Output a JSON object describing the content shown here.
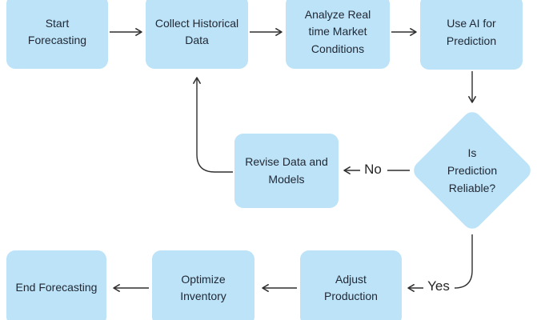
{
  "diagram": {
    "type": "flowchart",
    "colors": {
      "node_fill": "#bde3f8",
      "node_text": "#1f2733",
      "edge_line": "#2e2e2e",
      "background": "#ffffff"
    },
    "nodes": {
      "start": {
        "shape": "rect",
        "label": "Start\nForecasting"
      },
      "collect": {
        "shape": "rect",
        "label": "Collect Historical\nData"
      },
      "analyze": {
        "shape": "rect",
        "label": "Analyze Real\ntime Market\nConditions"
      },
      "use_ai": {
        "shape": "rect",
        "label": "Use AI for\nPrediction"
      },
      "decision": {
        "shape": "diamond",
        "label": "Is\nPrediction\nReliable?"
      },
      "revise": {
        "shape": "rect",
        "label": "Revise Data and\nModels"
      },
      "adjust": {
        "shape": "rect",
        "label": "Adjust\nProduction"
      },
      "optimize": {
        "shape": "rect",
        "label": "Optimize\nInventory"
      },
      "end": {
        "shape": "rect",
        "label": "End Forecasting"
      }
    },
    "edges": [
      {
        "from": "start",
        "to": "collect",
        "label": ""
      },
      {
        "from": "collect",
        "to": "analyze",
        "label": ""
      },
      {
        "from": "analyze",
        "to": "use_ai",
        "label": ""
      },
      {
        "from": "use_ai",
        "to": "decision",
        "label": ""
      },
      {
        "from": "decision",
        "to": "revise",
        "label": "No"
      },
      {
        "from": "revise",
        "to": "collect",
        "label": ""
      },
      {
        "from": "decision",
        "to": "adjust",
        "label": "Yes"
      },
      {
        "from": "adjust",
        "to": "optimize",
        "label": ""
      },
      {
        "from": "optimize",
        "to": "end",
        "label": ""
      }
    ],
    "edge_labels": {
      "no": "No",
      "yes": "Yes"
    }
  }
}
